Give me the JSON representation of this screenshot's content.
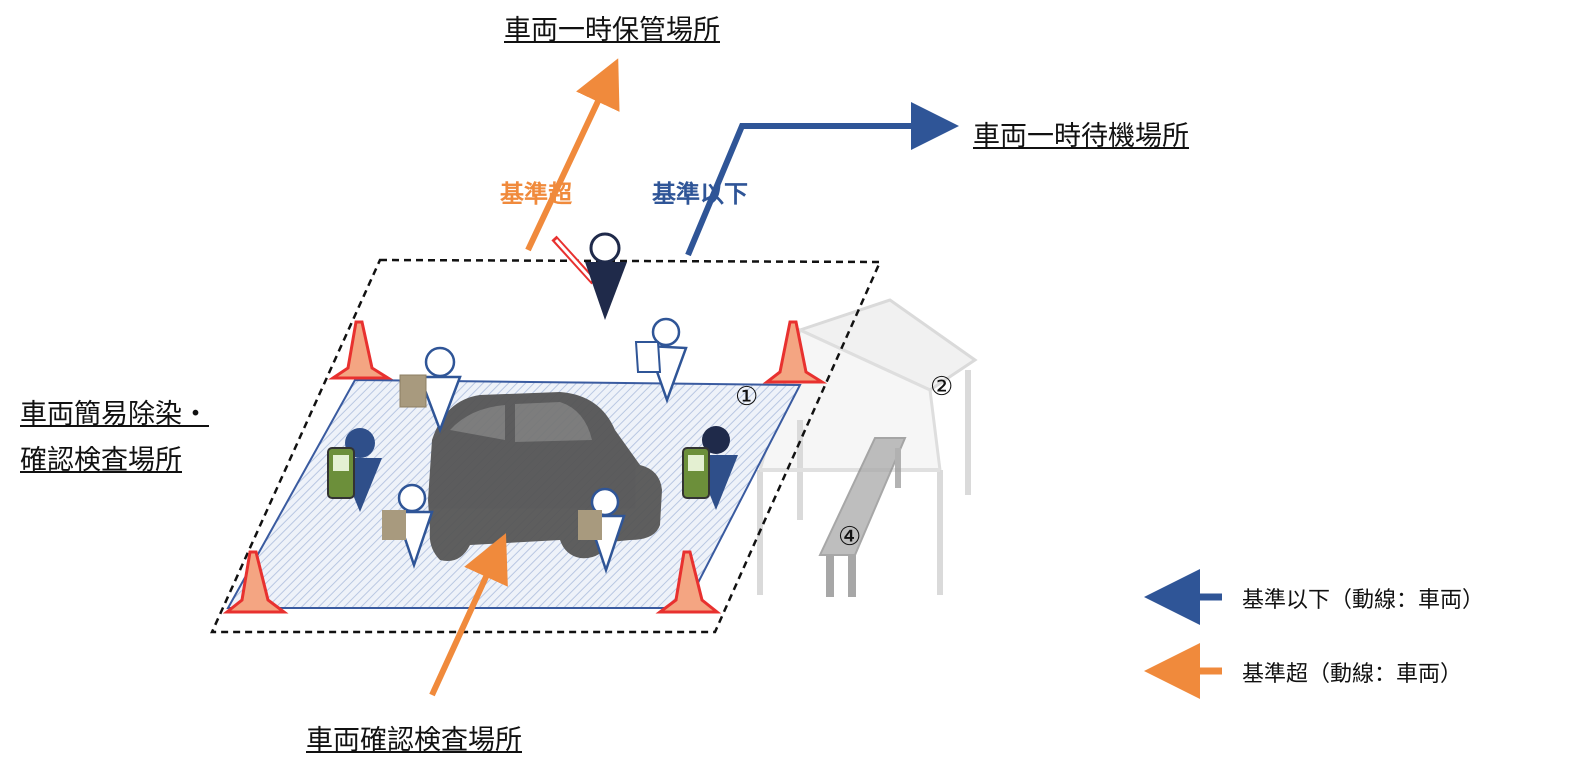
{
  "labels": {
    "temp_storage": "車両一時保管場所",
    "temp_waiting": "車両一時待機場所",
    "decon_line1": "車両簡易除染・",
    "decon_line2": "確認検査場所",
    "inspection": "車両確認検査場所"
  },
  "route_labels": {
    "over": "基準超",
    "under": "基準以下"
  },
  "area_numbers": {
    "n1": "①",
    "n2": "②",
    "n4": "④"
  },
  "legend": {
    "under": "基準以下（動線：車両）",
    "over": "基準超（動線：車両）"
  },
  "colors": {
    "orange": "#F08A3C",
    "blue": "#2F5597",
    "navy": "#1F2A4A",
    "cone_fill": "#F4A582",
    "cone_edge": "#E8312F",
    "hatch": "#C9D6EC"
  },
  "icons": [
    "traffic-cone-icon",
    "worker-icon",
    "car-icon",
    "tent-icon",
    "bench-icon",
    "radiation-meter-icon",
    "flag-baton-icon",
    "clipboard-icon"
  ]
}
